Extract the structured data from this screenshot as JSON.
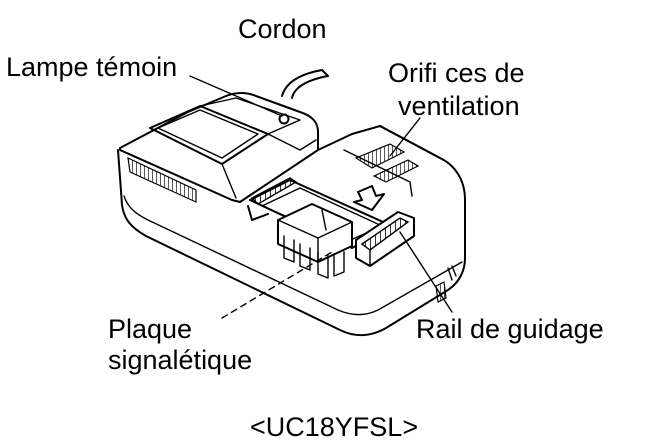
{
  "labels": {
    "cord": "Cordon",
    "pilot_lamp": "Lampe témoin",
    "vent_line1": "Orifi ces de",
    "vent_line2": "ventilation",
    "nameplate_line1": "Plaque",
    "nameplate_line2": "signalétique",
    "guide_rail": "Rail de guidage",
    "model": "<UC18YFSL>"
  },
  "icons": [
    "battery-charger-illustration",
    "insertion-arrow-icon"
  ]
}
